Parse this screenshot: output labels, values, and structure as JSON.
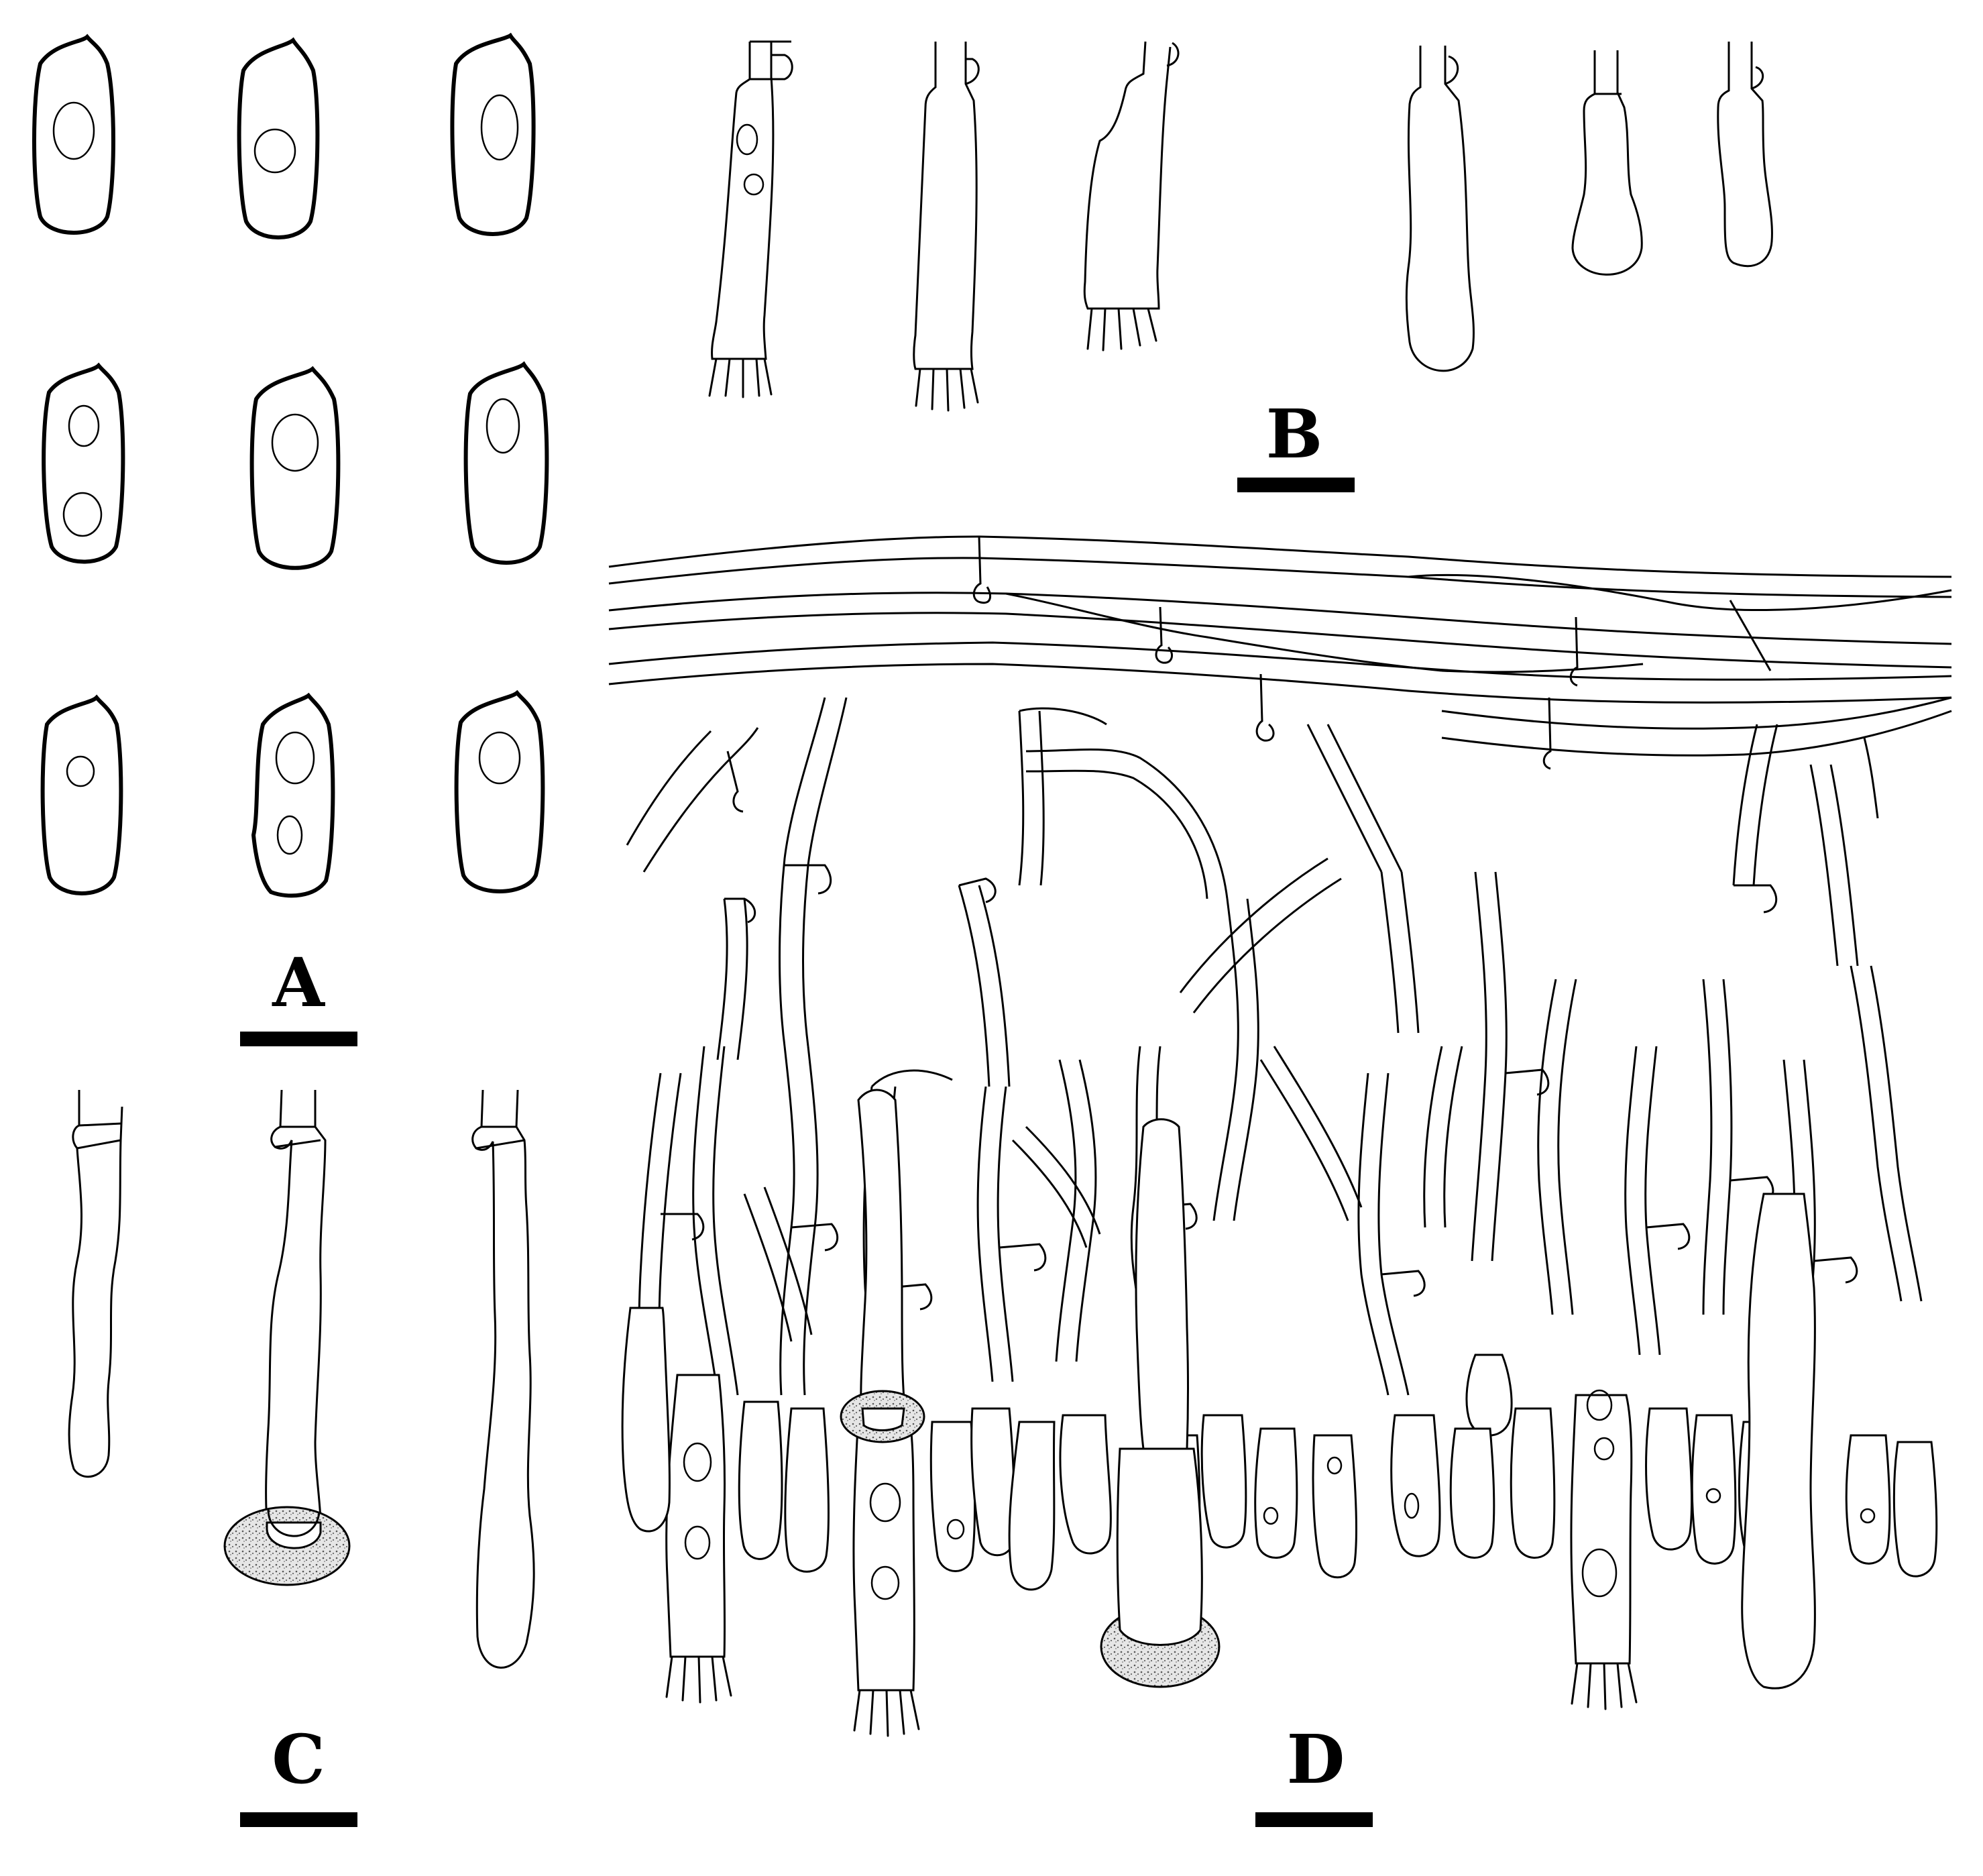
{
  "panels": [
    {
      "id": "A",
      "label": "A"
    },
    {
      "id": "B",
      "label": "B"
    },
    {
      "id": "C",
      "label": "C"
    },
    {
      "id": "D",
      "label": "D"
    }
  ],
  "colors": {
    "ink": "#000000",
    "background": "#ffffff",
    "crystal_fill": "#d6d6d6"
  }
}
